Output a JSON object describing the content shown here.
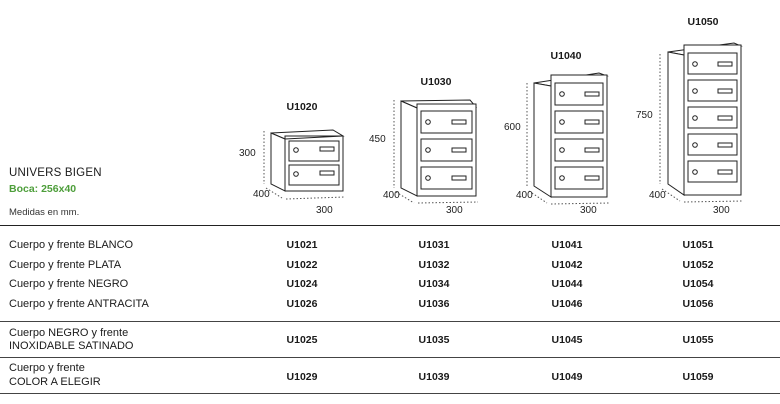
{
  "brand": {
    "title": "UNIVERS BIGEN",
    "subtitle": "Boca: 256x40",
    "units_note": "Medidas en mm."
  },
  "products": [
    {
      "model": "U1020",
      "height": "300",
      "depth": "400",
      "width": "300",
      "doors": 2
    },
    {
      "model": "U1030",
      "height": "450",
      "depth": "400",
      "width": "300",
      "doors": 3
    },
    {
      "model": "U1040",
      "height": "600",
      "depth": "400",
      "width": "300",
      "doors": 4
    },
    {
      "model": "U1050",
      "height": "750",
      "depth": "400",
      "width": "300",
      "doors": 5
    }
  ],
  "table": {
    "rows": [
      {
        "label": "Cuerpo y frente BLANCO",
        "codes": [
          "U1021",
          "U1031",
          "U1041",
          "U1051"
        ]
      },
      {
        "label": "Cuerpo y frente PLATA",
        "codes": [
          "U1022",
          "U1032",
          "U1042",
          "U1052"
        ]
      },
      {
        "label": "Cuerpo y frente NEGRO",
        "codes": [
          "U1024",
          "U1034",
          "U1044",
          "U1054"
        ]
      },
      {
        "label": "Cuerpo y frente ANTRACITA",
        "codes": [
          "U1026",
          "U1036",
          "U1046",
          "U1056"
        ]
      },
      {
        "label_line1": "Cuerpo NEGRO y frente",
        "label_line2": "INOXIDABLE SATINADO",
        "codes": [
          "U1025",
          "U1035",
          "U1045",
          "U1055"
        ]
      },
      {
        "label_line1": "Cuerpo y frente",
        "label_line2": "COLOR A ELEGIR",
        "codes": [
          "U1029",
          "U1039",
          "U1049",
          "U1059"
        ]
      }
    ]
  }
}
